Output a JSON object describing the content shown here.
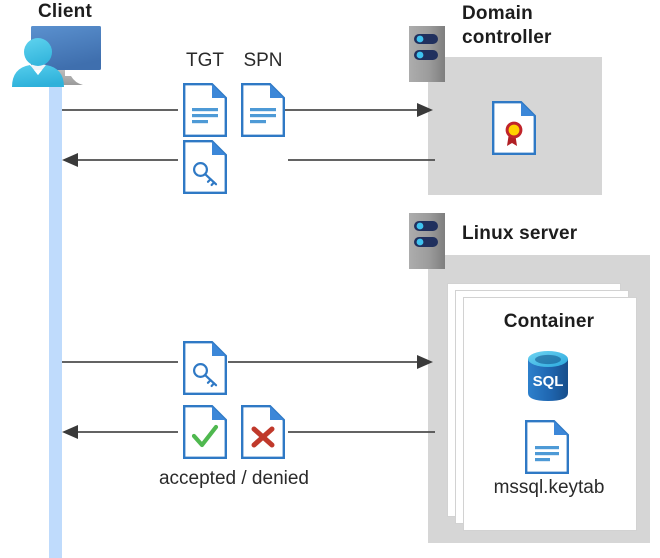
{
  "diagram": {
    "title": "Kerberos authentication flow between client, domain controller and Linux server container",
    "actors": {
      "client": {
        "label": "Client",
        "icon": "user-monitor-icon"
      },
      "domain_controller": {
        "label": "Domain\ncontroller",
        "label_line1": "Domain",
        "label_line2": "controller",
        "icon": "server-rack-icon"
      },
      "linux_server": {
        "label": "Linux server",
        "icon": "server-rack-icon"
      },
      "container": {
        "label": "Container"
      }
    },
    "messages": [
      {
        "id": "m1",
        "direction": "right",
        "icons": [
          "tgt-document-icon",
          "spn-document-icon"
        ],
        "labels": [
          "TGT",
          "SPN"
        ]
      },
      {
        "id": "m2",
        "direction": "left",
        "icons": [
          "ticket-key-document-icon"
        ],
        "labels": []
      },
      {
        "id": "m3",
        "direction": "right",
        "icons": [
          "ticket-key-document-icon"
        ],
        "labels": []
      },
      {
        "id": "m4",
        "direction": "left",
        "icons": [
          "accepted-check-document-icon",
          "denied-cross-document-icon"
        ],
        "labels": [
          "accepted / denied"
        ]
      }
    ],
    "labels": {
      "tgt": "TGT",
      "spn": "SPN",
      "accepted_denied": "accepted / denied",
      "mssql_keytab": "mssql.keytab",
      "sql": "SQL"
    },
    "artifacts": {
      "certificate": {
        "name": "certificate-document-icon"
      },
      "sql_database": {
        "name": "sql-database-icon",
        "text": "SQL"
      },
      "keytab": {
        "name": "keytab-document-icon",
        "text": "mssql.keytab"
      }
    },
    "colors": {
      "panel_gray": "#d6d6d6",
      "lifeline_blue": "#bfdbfc",
      "doc_blue": "#2f79c5",
      "doc_fold_blue": "#3c87d8",
      "accent_cyan": "#41c0e9",
      "monitor_blue": "#4a7ebb",
      "server_gray": "#9a9a9a",
      "server_navy": "#20305e",
      "arrow_gray": "#4d4d4d",
      "check_green": "#4fb84f",
      "cross_red": "#c0392b",
      "seal_red": "#b01f24",
      "seal_yellow": "#ffd200",
      "sql_blue": "#1f66b0",
      "text_dark": "#1d1d1d"
    }
  }
}
